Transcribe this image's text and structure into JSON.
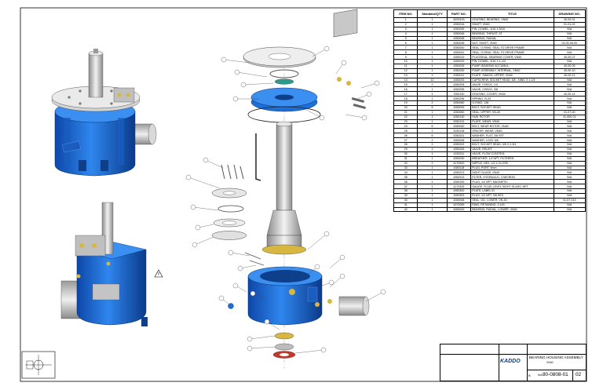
{
  "bom": {
    "headers": [
      "ITEM NO.",
      "Standard/QTY",
      "PART NO.",
      "TITLE",
      "DRAWING NO."
    ],
    "rows": [
      [
        "1",
        "1",
        "40S0100",
        "HOUSING, BEARING, VN40",
        "40-00-01"
      ],
      [
        "2",
        "1",
        "4350016",
        "SHAFT, VN40",
        "01-01-02"
      ],
      [
        "3",
        "1",
        "4350045",
        "PIN, DOWEL, 3/16 X 5/16",
        "N/A"
      ],
      [
        "4",
        "1",
        "4350046",
        "BEARING, THRUST, 5T",
        "N/A"
      ],
      [
        "5",
        "1",
        "4350048",
        "BEARING, RADIAL",
        "N/A"
      ],
      [
        "6",
        "1",
        "4350036",
        "NUT, SHAFT, VN40",
        "01-00-06-00"
      ],
      [
        "7",
        "1",
        "4350040",
        "SEAL, O-RING, SEAL TO DRIVE FRAME",
        "N/A"
      ],
      [
        "8",
        "1",
        "4350041",
        "SEAL, O-RING, SEAL TO DRIVE FRAME",
        "N/A"
      ],
      [
        "9",
        "1",
        "4350019",
        "PLUG/SEAL, BEARING COVER, VN40",
        "40-00-07"
      ],
      [
        "10",
        "1",
        "4350029",
        "PIN, DOWEL, 3/16 X 1-1/2",
        "N/A"
      ],
      [
        "11",
        "1",
        "4350026",
        "PUMP, BEARING ACCUMUL.",
        "40-00-09"
      ],
      [
        "12",
        "1",
        "4350030",
        "PUMP, ASSEMBLY, INTERNAL, VN40",
        "40-00-10"
      ],
      [
        "13",
        "1",
        "4350011",
        "PLATE, SWASH, UPPER, VN40",
        "40-00-11"
      ],
      [
        "14",
        "12",
        "4350033",
        "CAPSCREW, SOCKET HEAD, 3/8 - 16NC X 1-1/4",
        "N/A"
      ],
      [
        "15",
        "2",
        "4350294",
        "VALVE, CHECK, 1/4",
        "N/A"
      ],
      [
        "16",
        "1",
        "4350295",
        "VALVE, CHECK, 3/8",
        "N/A"
      ],
      [
        "17",
        "1",
        "7000140",
        "HOUSING, COVER, VN40",
        "40-00-14"
      ],
      [
        "18",
        "1",
        "4350296",
        "SPRING, FLAT",
        "N/A"
      ],
      [
        "19",
        "2",
        "4350080",
        "O-RING, 138",
        "N/A"
      ],
      [
        "20",
        "8",
        "4350009",
        "BOLT, SOCKET HEAD",
        "N/A"
      ],
      [
        "21",
        "1",
        "4350060",
        "SEAL, UPPER, VN-40",
        "01-07-00"
      ],
      [
        "22",
        "1",
        "4350130",
        "HUB, ROTOR",
        "41-500-01"
      ],
      [
        "23",
        "1",
        "4350131",
        "PLATE, WEAR, VN40",
        "N/A"
      ],
      [
        "24",
        "6",
        "4350040",
        "BOLT, WEAR ROTOR, VN40",
        "N/A"
      ],
      [
        "25",
        "1",
        "4150136",
        "SPACER, WEAR, VN40",
        "N/A"
      ],
      [
        "26",
        "6",
        "4350201",
        "WASHER, FLAT, 3/8 SST",
        "N/A"
      ],
      [
        "27",
        "2",
        "4350048",
        "WASHER, LOCK 3/8",
        "N/A"
      ],
      [
        "28",
        "2",
        "4350202",
        "BOLT, SOCKET HEAD, 3/8 X 2-3/4",
        "N/A"
      ],
      [
        "29",
        "1",
        "4350205",
        "VALVE, RELIEF",
        "N/A"
      ],
      [
        "30",
        "1",
        "4150211",
        "VALVE, FLOW CONTROL",
        "N/A"
      ],
      [
        "31",
        "1",
        "4350030",
        "BREATHER, 1/2 NPT, FILTERED",
        "N/A"
      ],
      [
        "32",
        "2",
        "4170520",
        "NIPPLE, HEX, 1/2 X CLOSE",
        "N/A"
      ],
      [
        "33",
        "1",
        "4350118",
        "PLUG, PORT, 9mm",
        "N/A"
      ],
      [
        "34",
        "1",
        "4350213",
        "SIGHT GLASS, VN40",
        "N/A"
      ],
      [
        "35",
        "1",
        "4350313",
        "FILTER, HYDRAULIC, 3 MICRON",
        "N/A"
      ],
      [
        "36",
        "1",
        "4350150",
        "PLUG, 1/2 NPT, MAGNETIC",
        "N/A"
      ],
      [
        "37",
        "1",
        "4170325",
        "GAUGE, FLUID LEVEL SIGHT GLASS, NPT",
        "N/A"
      ],
      [
        "38",
        "1",
        "4350300",
        "PLATE, LABEL ID",
        "N/A"
      ],
      [
        "39",
        "1",
        "4350303",
        "PLUG, 1/2 NPT, 3/8 HEX",
        "N/A"
      ],
      [
        "40",
        "1",
        "4350048",
        "SEAL, OIL, LOWER, VN-40",
        "01-07-013"
      ],
      [
        "41",
        "1",
        "4370059",
        "RING, RETAINING, 3.149",
        "N/A"
      ],
      [
        "42",
        "1",
        "4350049",
        "BEARING, RADIAL, LOWER, VN40",
        "N/A"
      ]
    ]
  },
  "title_block": {
    "company": "KADDO",
    "title": "BEARING HOUSING ASSEMBLY",
    "subtitle": "VN40",
    "size": "B",
    "scale": "N/A",
    "drawing_number": "80-0808-01",
    "revision": "02"
  },
  "colors": {
    "housing_blue": "#1d6fd6",
    "housing_dark": "#0d3f8a",
    "brass": "#d8b740",
    "steel": "#c8c8c8"
  }
}
